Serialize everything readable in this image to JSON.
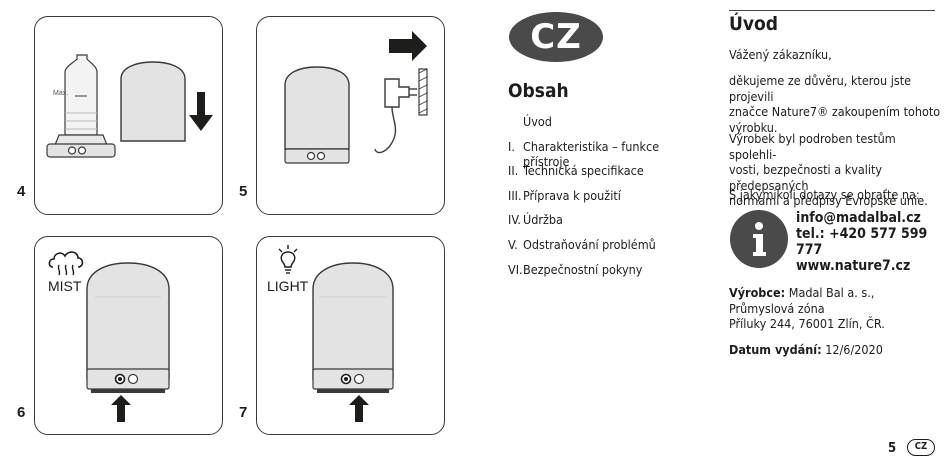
{
  "figures": [
    {
      "number": "4"
    },
    {
      "number": "5"
    },
    {
      "number": "6",
      "label": "MIST"
    },
    {
      "number": "7",
      "label": "LIGHT"
    }
  ],
  "max_label": "Max.",
  "cz_badge": "CZ",
  "contents": {
    "title": "Obsah",
    "items": [
      {
        "num": "",
        "text": "Úvod"
      },
      {
        "num": "I.",
        "text": "Charakteristika – funkce přístroje"
      },
      {
        "num": "II.",
        "text": "Technická specifikace"
      },
      {
        "num": "III.",
        "text": "Příprava k použití"
      },
      {
        "num": "IV.",
        "text": "Údržba"
      },
      {
        "num": "V.",
        "text": "Odstraňování problémů"
      },
      {
        "num": "VI.",
        "text": "Bezpečnostní pokyny"
      }
    ]
  },
  "intro": {
    "title": "Úvod",
    "greeting": "Vážený zákazníku,",
    "thanks_1": "děkujeme ze důvěru, kterou jste projevili",
    "thanks_2": "značce Nature7® zakoupením tohoto",
    "thanks_3": "výrobku.",
    "tested_1": "Výrobek byl podroben testům spolehli-",
    "tested_2": "vosti, bezpečnosti a kvality předepsaných",
    "tested_3": "normami a předpisy Evropské unie.",
    "questions": "S jakýmikoli dotazy se obraťte na:",
    "email": "info@madalbal.cz",
    "phone": "tel.: +420 577 599 777",
    "web": "www.nature7.cz",
    "manufacturer_label": "Výrobce:",
    "manufacturer_1": "Madal Bal a. s.,",
    "manufacturer_2": "Průmyslová zóna",
    "manufacturer_3": "Příluky 244, 76001 Zlín, ČR.",
    "date_label": "Datum vydání:",
    "date_value": "12/6/2020"
  },
  "footer": {
    "page": "5",
    "lang": "CZ"
  },
  "colors": {
    "dark": "#4a4a4a",
    "device_fill": "#e3e3e3",
    "black": "#1d1d1b"
  }
}
